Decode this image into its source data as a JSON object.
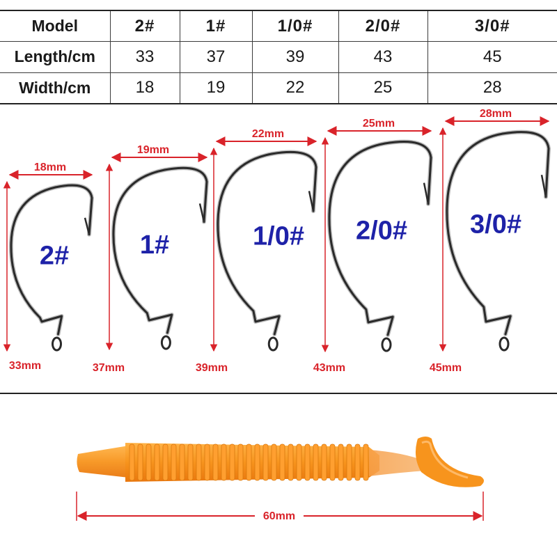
{
  "table": {
    "rows": [
      {
        "label": "Model",
        "cells": [
          "2#",
          "1#",
          "1/0#",
          "2/0#",
          "3/0#"
        ]
      },
      {
        "label": "Length/cm",
        "cells": [
          "33",
          "37",
          "39",
          "43",
          "45"
        ]
      },
      {
        "label": "Width/cm",
        "cells": [
          "18",
          "19",
          "22",
          "25",
          "28"
        ]
      }
    ]
  },
  "hooks": [
    {
      "model": "2#",
      "width_label": "18mm",
      "length_label": "33mm"
    },
    {
      "model": "1#",
      "width_label": "19mm",
      "length_label": "37mm"
    },
    {
      "model": "1/0#",
      "width_label": "22mm",
      "length_label": "39mm"
    },
    {
      "model": "2/0#",
      "width_label": "25mm",
      "length_label": "43mm"
    },
    {
      "model": "3/0#",
      "width_label": "28mm",
      "length_label": "45mm"
    }
  ],
  "bait": {
    "length_label": "60mm"
  },
  "colors": {
    "dimension": "#d9232a",
    "model_label": "#1e22a8",
    "hook": "#2a2a2a",
    "bait": "#f7941d"
  }
}
